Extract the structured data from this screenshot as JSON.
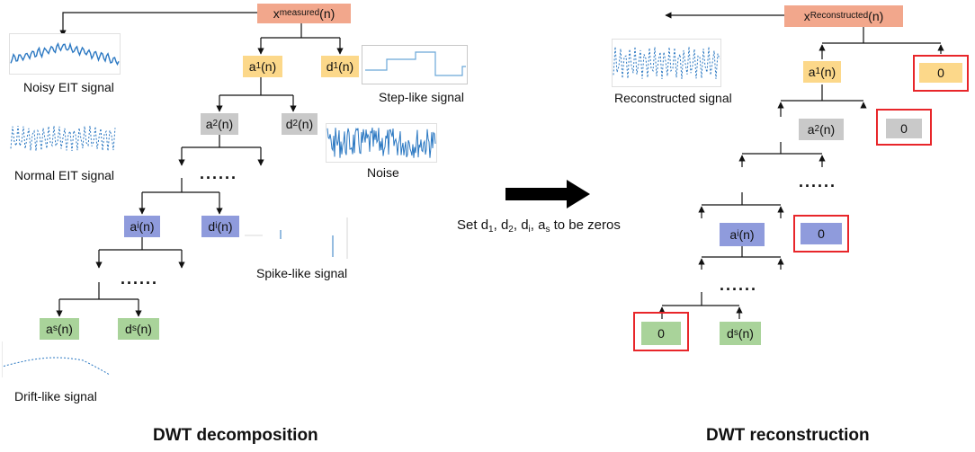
{
  "decomposition": {
    "title": "DWT decomposition",
    "root": {
      "base": "x",
      "sub": "measured",
      "suffix": "(n)"
    },
    "a1": {
      "base": "a",
      "sub": "1",
      "suffix": "(n)"
    },
    "d1": {
      "base": "d",
      "sub": "1",
      "suffix": "(n)"
    },
    "a2": {
      "base": "a",
      "sub": "2",
      "suffix": "(n)"
    },
    "d2": {
      "base": "d",
      "sub": "2",
      "suffix": "(n)"
    },
    "ai": {
      "base": "a",
      "sub": "i",
      "suffix": "(n)"
    },
    "di": {
      "base": "d",
      "sub": "i",
      "suffix": "(n)"
    },
    "as": {
      "base": "a",
      "sub": "s",
      "suffix": "(n)"
    },
    "ds": {
      "base": "d",
      "sub": "s",
      "suffix": "(n)"
    },
    "dots": "......",
    "labels": {
      "noisy": "Noisy EIT signal",
      "normal": "Normal EIT signal",
      "step": "Step-like signal",
      "noise": "Noise",
      "spike": "Spike-like signal",
      "drift": "Drift-like signal"
    }
  },
  "center": {
    "text_prefix": "Set ",
    "terms": [
      {
        "base": "d",
        "sub": "1",
        "after": ", "
      },
      {
        "base": "d",
        "sub": "2",
        "after": ", "
      },
      {
        "base": "d",
        "sub": "i",
        "after": ", "
      },
      {
        "base": "a",
        "sub": "s",
        "after": ""
      }
    ],
    "text_suffix": " to be zeros"
  },
  "reconstruction": {
    "title": "DWT reconstruction",
    "root": {
      "base": "x",
      "sub": "Reconstructed",
      "suffix": "(n)"
    },
    "a1": {
      "base": "a",
      "sub": "1",
      "suffix": "(n)"
    },
    "a2": {
      "base": "a",
      "sub": "2",
      "suffix": "(n)"
    },
    "ai": {
      "base": "a",
      "sub": "i",
      "suffix": "(n)"
    },
    "ds": {
      "base": "d",
      "sub": "s",
      "suffix": "(n)"
    },
    "zero": "0",
    "dots": "......",
    "labels": {
      "reconstructed": "Reconstructed signal"
    }
  },
  "colors": {
    "orange": "#f2a78c",
    "yellow": "#fcd88a",
    "gray": "#c9c9c9",
    "blue": "#8f9bdc",
    "green": "#a9d39a",
    "red": "#e8262a",
    "signal": "#2b78c2"
  }
}
